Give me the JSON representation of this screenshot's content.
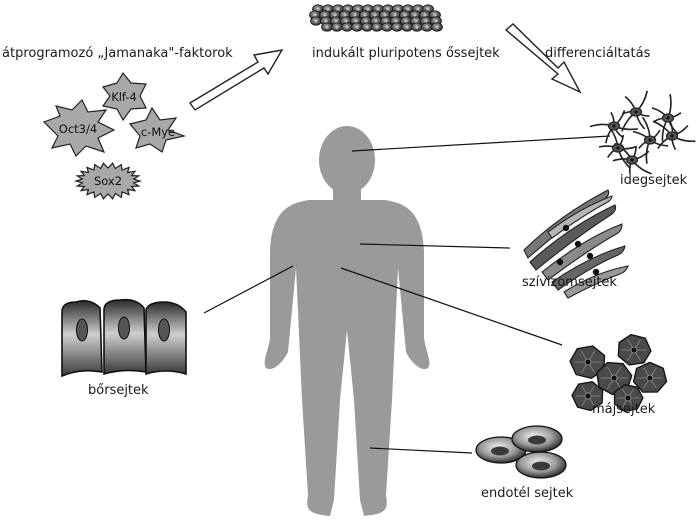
{
  "labels": {
    "reprogramming": "átprogramozó „Jamanaka\"-faktorok",
    "ipsc": "indukált pluripotens őssejtek",
    "differentiation": "differenciáltatás",
    "neurons": "idegsejtek",
    "cardiomyocytes": "szívizomsejtek",
    "skin_cells": "bőrsejtek",
    "liver_cells": "májsejtek",
    "endothelial_cells": "endotél sejtek"
  },
  "factors": [
    "Klf-4",
    "Oct3/4",
    "c-Mye",
    "Sox2"
  ],
  "colors": {
    "body": "#9a9a9a",
    "factor_fill": "#a8a8a8",
    "outline": "#222222",
    "cell_dark": "#3a3a3a",
    "arrow_fill": "#ffffff"
  }
}
